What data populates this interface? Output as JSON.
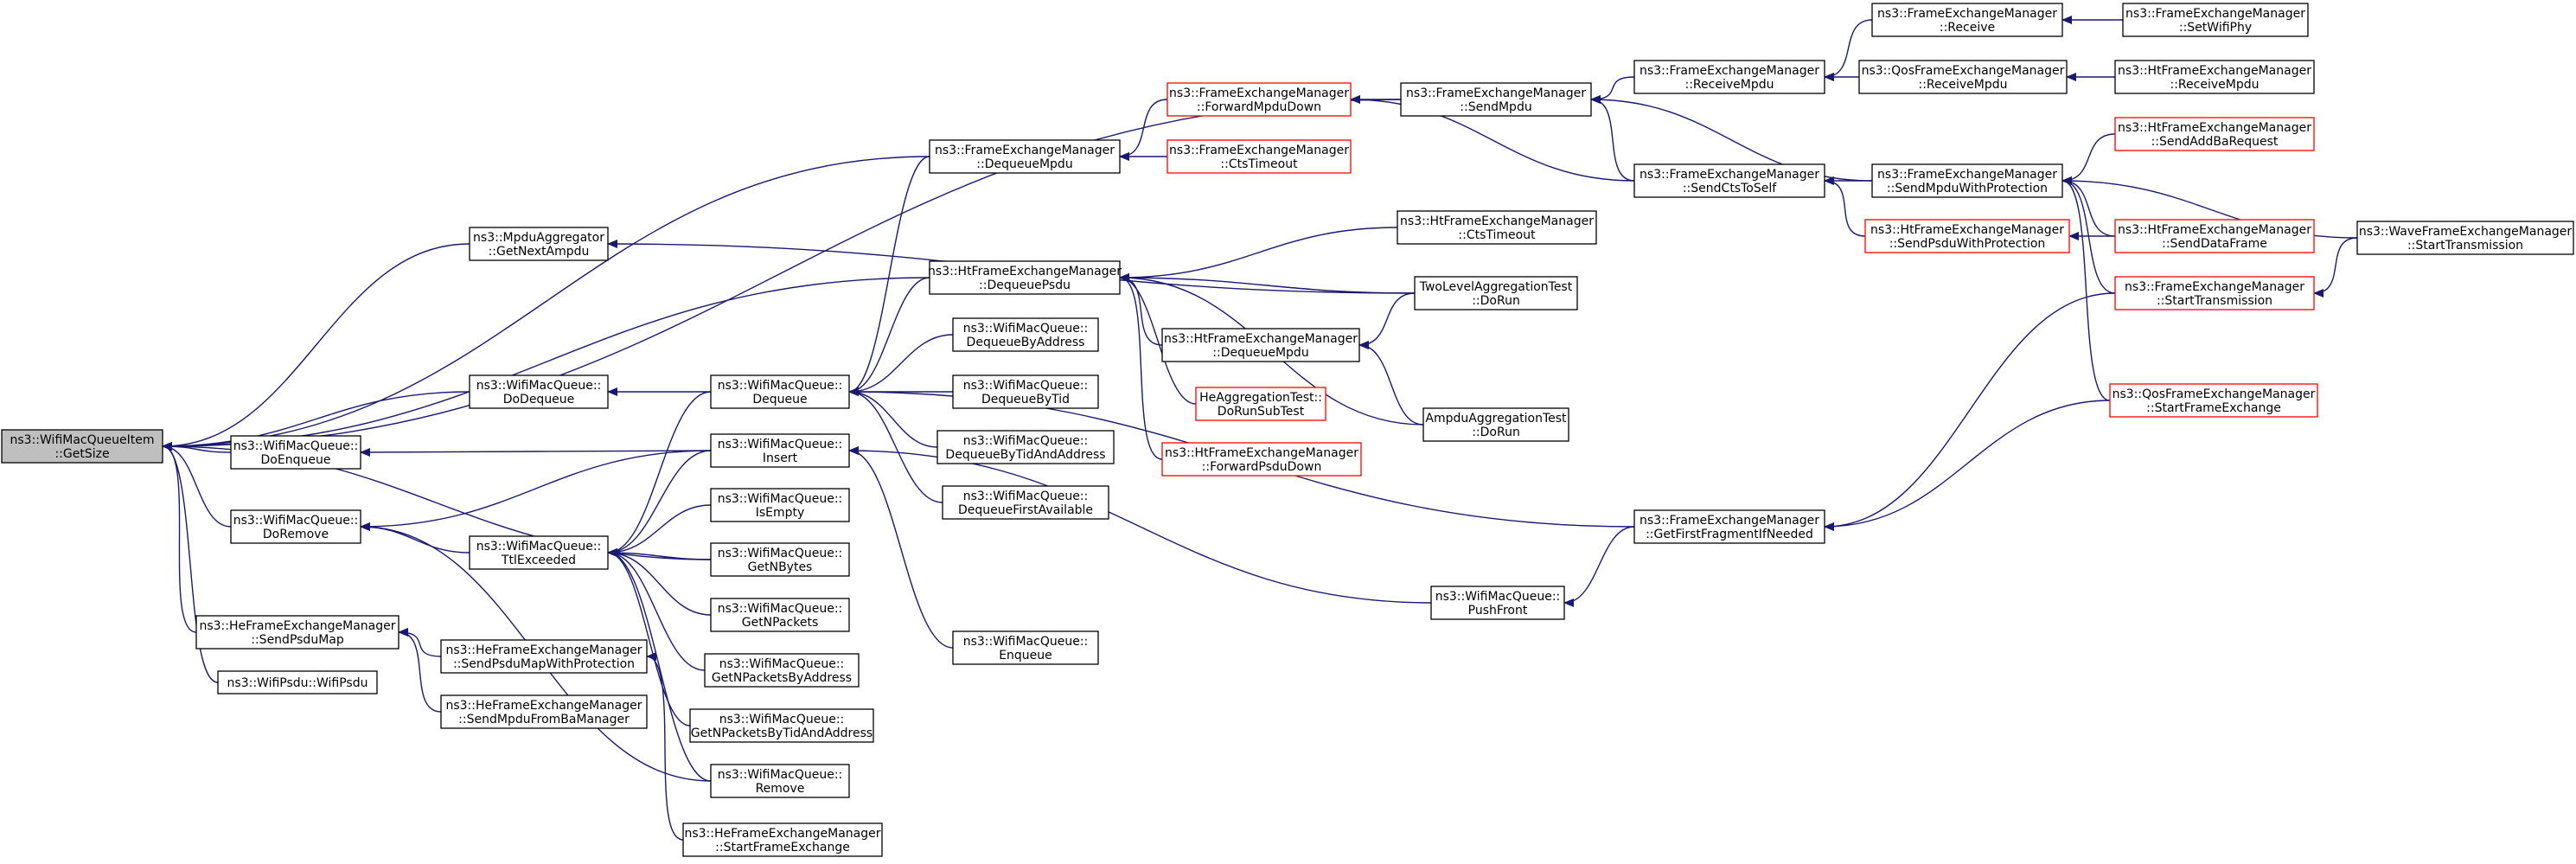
{
  "graph": {
    "nodes": [
      {
        "id": "root",
        "lines": [
          "ns3::WifiMacQueueItem",
          "::GetSize"
        ],
        "style": "root"
      },
      {
        "id": "mpduagg",
        "lines": [
          "ns3::MpduAggregator",
          "::GetNextAmpdu"
        ],
        "style": "normal"
      },
      {
        "id": "wmq_dodequeue",
        "lines": [
          "ns3::WifiMacQueue::",
          "DoDequeue"
        ],
        "style": "normal"
      },
      {
        "id": "wmq_doenqueue",
        "lines": [
          "ns3::WifiMacQueue::",
          "DoEnqueue"
        ],
        "style": "normal"
      },
      {
        "id": "wmq_doremove",
        "lines": [
          "ns3::WifiMacQueue::",
          "DoRemove"
        ],
        "style": "normal"
      },
      {
        "id": "he_sendpsdumap",
        "lines": [
          "ns3::HeFrameExchangeManager",
          "::SendPsduMap"
        ],
        "style": "normal"
      },
      {
        "id": "wifipsdu",
        "lines": [
          "ns3::WifiPsdu::WifiPsdu"
        ],
        "style": "normal"
      },
      {
        "id": "wmq_ttlexceeded",
        "lines": [
          "ns3::WifiMacQueue::",
          "TtlExceeded"
        ],
        "style": "normal"
      },
      {
        "id": "he_sendpsdumapwp",
        "lines": [
          "ns3::HeFrameExchangeManager",
          "::SendPsduMapWithProtection"
        ],
        "style": "normal"
      },
      {
        "id": "he_sendmpdufromba",
        "lines": [
          "ns3::HeFrameExchangeManager",
          "::SendMpduFromBaManager"
        ],
        "style": "normal"
      },
      {
        "id": "wmq_dequeue",
        "lines": [
          "ns3::WifiMacQueue::",
          "Dequeue"
        ],
        "style": "normal"
      },
      {
        "id": "wmq_insert",
        "lines": [
          "ns3::WifiMacQueue::",
          "Insert"
        ],
        "style": "normal"
      },
      {
        "id": "wmq_isempty",
        "lines": [
          "ns3::WifiMacQueue::",
          "IsEmpty"
        ],
        "style": "normal"
      },
      {
        "id": "wmq_getnbytes",
        "lines": [
          "ns3::WifiMacQueue::",
          "GetNBytes"
        ],
        "style": "normal"
      },
      {
        "id": "wmq_getnpackets",
        "lines": [
          "ns3::WifiMacQueue::",
          "GetNPackets"
        ],
        "style": "normal"
      },
      {
        "id": "wmq_getnpacketsbyaddr",
        "lines": [
          "ns3::WifiMacQueue::",
          "GetNPacketsByAddress"
        ],
        "style": "normal"
      },
      {
        "id": "wmq_getnpacketsbytidaddr",
        "lines": [
          "ns3::WifiMacQueue::",
          "GetNPacketsByTidAndAddress"
        ],
        "style": "normal"
      },
      {
        "id": "wmq_remove",
        "lines": [
          "ns3::WifiMacQueue::",
          "Remove"
        ],
        "style": "normal"
      },
      {
        "id": "he_startframeexchange",
        "lines": [
          "ns3::HeFrameExchangeManager",
          "::StartFrameExchange"
        ],
        "style": "normal"
      },
      {
        "id": "fem_dequeuempdu",
        "lines": [
          "ns3::FrameExchangeManager",
          "::DequeueMpdu"
        ],
        "style": "normal"
      },
      {
        "id": "htfem_dequeuepsdu",
        "lines": [
          "ns3::HtFrameExchangeManager",
          "::DequeuePsdu"
        ],
        "style": "normal"
      },
      {
        "id": "wmq_dequeuebyaddr",
        "lines": [
          "ns3::WifiMacQueue::",
          "DequeueByAddress"
        ],
        "style": "normal"
      },
      {
        "id": "wmq_dequeuebytid",
        "lines": [
          "ns3::WifiMacQueue::",
          "DequeueByTid"
        ],
        "style": "normal"
      },
      {
        "id": "wmq_dequeuebytidaddr",
        "lines": [
          "ns3::WifiMacQueue::",
          "DequeueByTidAndAddress"
        ],
        "style": "normal"
      },
      {
        "id": "wmq_dequeuefirstavail",
        "lines": [
          "ns3::WifiMacQueue::",
          "DequeueFirstAvailable"
        ],
        "style": "normal"
      },
      {
        "id": "wmq_enqueue",
        "lines": [
          "ns3::WifiMacQueue::",
          "Enqueue"
        ],
        "style": "normal"
      },
      {
        "id": "fem_forwardmpdudown",
        "lines": [
          "ns3::FrameExchangeManager",
          "::ForwardMpduDown"
        ],
        "style": "red"
      },
      {
        "id": "fem_ctstimeout",
        "lines": [
          "ns3::FrameExchangeManager",
          "::CtsTimeout"
        ],
        "style": "red"
      },
      {
        "id": "htfem_dequeuempdu",
        "lines": [
          "ns3::HtFrameExchangeManager",
          "::DequeueMpdu"
        ],
        "style": "normal"
      },
      {
        "id": "heagg_dorunsub",
        "lines": [
          "HeAggregationTest::",
          "DoRunSubTest"
        ],
        "style": "red"
      },
      {
        "id": "htfem_forwardpsdudown",
        "lines": [
          "ns3::HtFrameExchangeManager",
          "::ForwardPsduDown"
        ],
        "style": "red"
      },
      {
        "id": "fem_sendmpdu",
        "lines": [
          "ns3::FrameExchangeManager",
          "::SendMpdu"
        ],
        "style": "normal"
      },
      {
        "id": "htfem_ctstimeout",
        "lines": [
          "ns3::HtFrameExchangeManager",
          "::CtsTimeout"
        ],
        "style": "normal"
      },
      {
        "id": "twolevelagg",
        "lines": [
          "TwoLevelAggregationTest",
          "::DoRun"
        ],
        "style": "normal"
      },
      {
        "id": "ampduagg",
        "lines": [
          "AmpduAggregationTest",
          "::DoRun"
        ],
        "style": "normal"
      },
      {
        "id": "wmq_pushfront",
        "lines": [
          "ns3::WifiMacQueue::",
          "PushFront"
        ],
        "style": "normal"
      },
      {
        "id": "fem_receivempdu",
        "lines": [
          "ns3::FrameExchangeManager",
          "::ReceiveMpdu"
        ],
        "style": "normal"
      },
      {
        "id": "fem_sendctstoself",
        "lines": [
          "ns3::FrameExchangeManager",
          "::SendCtsToSelf"
        ],
        "style": "normal"
      },
      {
        "id": "fem_getfirstfrag",
        "lines": [
          "ns3::FrameExchangeManager",
          "::GetFirstFragmentIfNeeded"
        ],
        "style": "normal"
      },
      {
        "id": "fem_receive",
        "lines": [
          "ns3::FrameExchangeManager",
          "::Receive"
        ],
        "style": "normal"
      },
      {
        "id": "qosfem_receivempdu",
        "lines": [
          "ns3::QosFrameExchangeManager",
          "::ReceiveMpdu"
        ],
        "style": "normal"
      },
      {
        "id": "fem_sendmpduwp",
        "lines": [
          "ns3::FrameExchangeManager",
          "::SendMpduWithProtection"
        ],
        "style": "normal"
      },
      {
        "id": "htfem_sendpsduwp",
        "lines": [
          "ns3::HtFrameExchangeManager",
          "::SendPsduWithProtection"
        ],
        "style": "red"
      },
      {
        "id": "fem_setwifiphy",
        "lines": [
          "ns3::FrameExchangeManager",
          "::SetWifiPhy"
        ],
        "style": "normal"
      },
      {
        "id": "htfem_receivempdu",
        "lines": [
          "ns3::HtFrameExchangeManager",
          "::ReceiveMpdu"
        ],
        "style": "normal"
      },
      {
        "id": "htfem_sendaddba",
        "lines": [
          "ns3::HtFrameExchangeManager",
          "::SendAddBaRequest"
        ],
        "style": "red"
      },
      {
        "id": "htfem_senddataframe",
        "lines": [
          "ns3::HtFrameExchangeManager",
          "::SendDataFrame"
        ],
        "style": "red"
      },
      {
        "id": "fem_starttransmission",
        "lines": [
          "ns3::FrameExchangeManager",
          "::StartTransmission"
        ],
        "style": "red"
      },
      {
        "id": "qosfem_startframeexchange",
        "lines": [
          "ns3::QosFrameExchangeManager",
          "::StartFrameExchange"
        ],
        "style": "red"
      },
      {
        "id": "wavefem_starttransmission",
        "lines": [
          "ns3::WaveFrameExchangeManager",
          "::StartTransmission"
        ],
        "style": "normal"
      }
    ],
    "edges": [
      [
        "mpduagg",
        "root"
      ],
      [
        "wmq_dodequeue",
        "root"
      ],
      [
        "wmq_doenqueue",
        "root"
      ],
      [
        "wmq_doremove",
        "root"
      ],
      [
        "he_sendpsdumap",
        "root"
      ],
      [
        "wifipsdu",
        "root"
      ],
      [
        "fem_dequeuempdu",
        "root"
      ],
      [
        "htfem_dequeuepsdu",
        "root"
      ],
      [
        "fem_sendmpdu",
        "root"
      ],
      [
        "wmq_getnbytes",
        "root"
      ],
      [
        "twolevelagg",
        "mpduagg"
      ],
      [
        "wmq_dequeue",
        "wmq_dodequeue"
      ],
      [
        "wmq_insert",
        "wmq_doenqueue"
      ],
      [
        "wmq_insert",
        "wmq_doremove"
      ],
      [
        "wmq_ttlexceeded",
        "wmq_doremove"
      ],
      [
        "wmq_remove",
        "wmq_doremove"
      ],
      [
        "he_sendpsdumapwp",
        "he_sendpsdumap"
      ],
      [
        "he_sendmpdufromba",
        "he_sendpsdumap"
      ],
      [
        "wmq_dequeue",
        "wmq_ttlexceeded"
      ],
      [
        "wmq_insert",
        "wmq_ttlexceeded"
      ],
      [
        "wmq_isempty",
        "wmq_ttlexceeded"
      ],
      [
        "wmq_getnbytes",
        "wmq_ttlexceeded"
      ],
      [
        "wmq_getnpackets",
        "wmq_ttlexceeded"
      ],
      [
        "wmq_getnpacketsbyaddr",
        "wmq_ttlexceeded"
      ],
      [
        "wmq_getnpacketsbytidaddr",
        "wmq_ttlexceeded"
      ],
      [
        "wmq_remove",
        "wmq_ttlexceeded"
      ],
      [
        "he_startframeexchange",
        "he_sendpsdumapwp"
      ],
      [
        "fem_dequeuempdu",
        "wmq_dequeue"
      ],
      [
        "htfem_dequeuepsdu",
        "wmq_dequeue"
      ],
      [
        "wmq_dequeuebyaddr",
        "wmq_dequeue"
      ],
      [
        "wmq_dequeuebytid",
        "wmq_dequeue"
      ],
      [
        "wmq_dequeuebytidaddr",
        "wmq_dequeue"
      ],
      [
        "wmq_dequeuefirstavail",
        "wmq_dequeue"
      ],
      [
        "fem_getfirstfrag",
        "wmq_dequeue"
      ],
      [
        "wmq_enqueue",
        "wmq_insert"
      ],
      [
        "wmq_pushfront",
        "wmq_insert"
      ],
      [
        "fem_forwardmpdudown",
        "fem_dequeuempdu"
      ],
      [
        "fem_ctstimeout",
        "fem_dequeuempdu"
      ],
      [
        "htfem_ctstimeout",
        "htfem_dequeuepsdu"
      ],
      [
        "twolevelagg",
        "htfem_dequeuepsdu"
      ],
      [
        "htfem_dequeuempdu",
        "htfem_dequeuepsdu"
      ],
      [
        "heagg_dorunsub",
        "htfem_dequeuepsdu"
      ],
      [
        "htfem_forwardpsdudown",
        "htfem_dequeuepsdu"
      ],
      [
        "ampduagg",
        "htfem_dequeuepsdu"
      ],
      [
        "fem_sendmpdu",
        "fem_forwardmpdudown"
      ],
      [
        "fem_sendctstoself",
        "fem_forwardmpdudown"
      ],
      [
        "twolevelagg",
        "htfem_dequeuempdu"
      ],
      [
        "ampduagg",
        "htfem_dequeuempdu"
      ],
      [
        "fem_receivempdu",
        "fem_sendmpdu"
      ],
      [
        "fem_sendctstoself",
        "fem_sendmpdu"
      ],
      [
        "fem_sendmpduwp",
        "fem_sendmpdu"
      ],
      [
        "fem_getfirstfrag",
        "wmq_pushfront"
      ],
      [
        "fem_receive",
        "fem_receivempdu"
      ],
      [
        "qosfem_receivempdu",
        "fem_receivempdu"
      ],
      [
        "fem_sendmpduwp",
        "fem_sendctstoself"
      ],
      [
        "htfem_sendpsduwp",
        "fem_sendctstoself"
      ],
      [
        "fem_starttransmission",
        "fem_getfirstfrag"
      ],
      [
        "qosfem_startframeexchange",
        "fem_getfirstfrag"
      ],
      [
        "fem_setwifiphy",
        "fem_receive"
      ],
      [
        "htfem_receivempdu",
        "qosfem_receivempdu"
      ],
      [
        "htfem_sendaddba",
        "fem_sendmpduwp"
      ],
      [
        "htfem_senddataframe",
        "fem_sendmpduwp"
      ],
      [
        "fem_starttransmission",
        "fem_sendmpduwp"
      ],
      [
        "qosfem_startframeexchange",
        "fem_sendmpduwp"
      ],
      [
        "wavefem_starttransmission",
        "fem_sendmpduwp"
      ],
      [
        "htfem_senddataframe",
        "htfem_sendpsduwp"
      ],
      [
        "wavefem_starttransmission",
        "fem_starttransmission"
      ]
    ]
  },
  "colors": {
    "edge": "#191970",
    "node_border": "#000000",
    "node_border_red": "#ff0000",
    "root_fill": "#bfbfbf",
    "node_fill": "#ffffff"
  }
}
